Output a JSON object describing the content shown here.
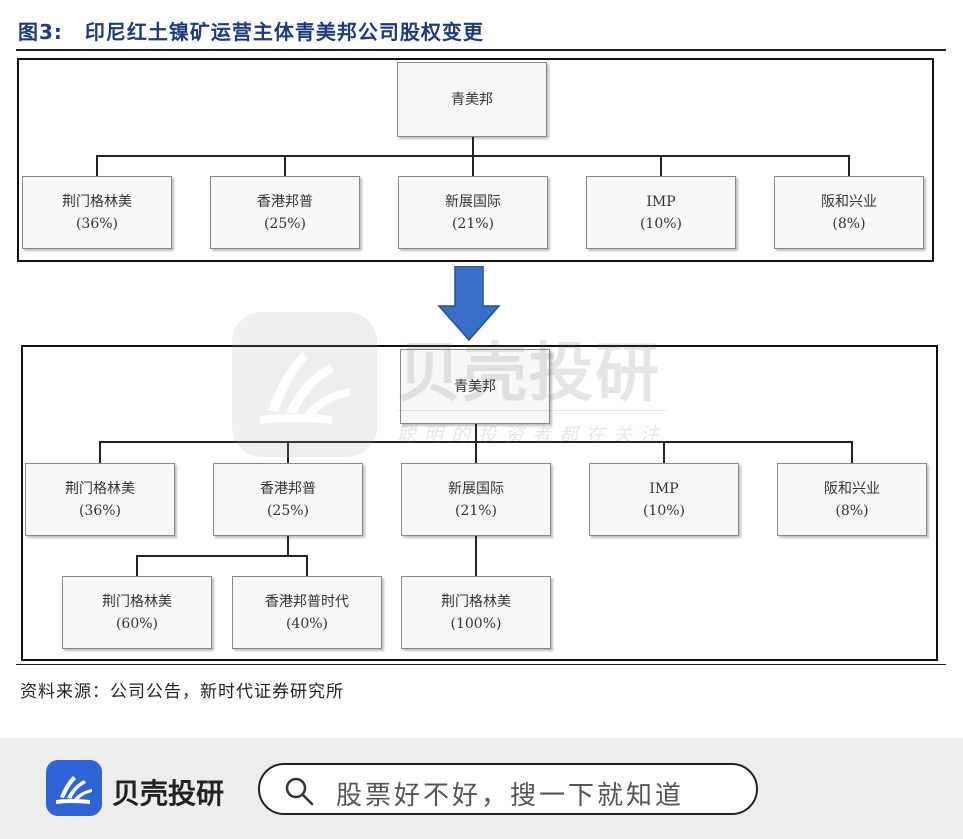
{
  "figure": {
    "label": "图3:",
    "title": "印尼红土镍矿运营主体青美邦公司股权变更",
    "source": "资料来源：公司公告，新时代证券研究所"
  },
  "before": {
    "root": "青美邦",
    "children": [
      {
        "name": "荆门格林美",
        "pct": "(36%)"
      },
      {
        "name": "香港邦普",
        "pct": "(25%)"
      },
      {
        "name": "新展国际",
        "pct": "(21%)"
      },
      {
        "name": "IMP",
        "pct": "(10%)"
      },
      {
        "name": "阪和兴业",
        "pct": "(8%)"
      }
    ]
  },
  "after": {
    "root": "青美邦",
    "children": [
      {
        "name": "荆门格林美",
        "pct": "(36%)"
      },
      {
        "name": "香港邦普",
        "pct": "(25%)"
      },
      {
        "name": "新展国际",
        "pct": "(21%)"
      },
      {
        "name": "IMP",
        "pct": "(10%)"
      },
      {
        "name": "阪和兴业",
        "pct": "(8%)"
      }
    ],
    "grandchildren": [
      {
        "name": "荆门格林美",
        "pct": "(60%)"
      },
      {
        "name": "香港邦普时代",
        "pct": "(40%)"
      },
      {
        "name": "荆门格林美",
        "pct": "(100%)"
      }
    ]
  },
  "arrow_color": "#3a6fc9",
  "watermark": {
    "name": "贝壳投研",
    "slogan": "聪明的投资者都在关注"
  },
  "footer": {
    "app_name": "贝壳投研",
    "search_placeholder": "股票好不好，搜一下就知道",
    "brand_color": "#2f63d6",
    "icons": [
      "shell-logo-icon",
      "search-icon"
    ]
  }
}
